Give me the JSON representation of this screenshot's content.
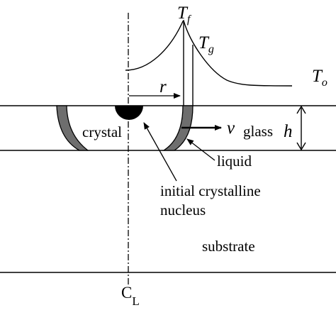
{
  "labels": {
    "temp_front": {
      "base": "T",
      "sub": "f"
    },
    "temp_glass": {
      "base": "T",
      "sub": "g"
    },
    "temp_outer": {
      "base": "T",
      "sub": "o"
    },
    "radius": "r",
    "velocity": "v",
    "thickness": "h",
    "crystal": "crystal",
    "glass": "glass",
    "liquid": "liquid",
    "nucleus_line1": "initial crystalline",
    "nucleus_line2": "nucleus",
    "substrate": "substrate",
    "centerline": {
      "base": "C",
      "sub": "L"
    }
  },
  "colors": {
    "ink": "#000000",
    "liquid_zone": "#6e6e6e",
    "background": "#ffffff"
  }
}
